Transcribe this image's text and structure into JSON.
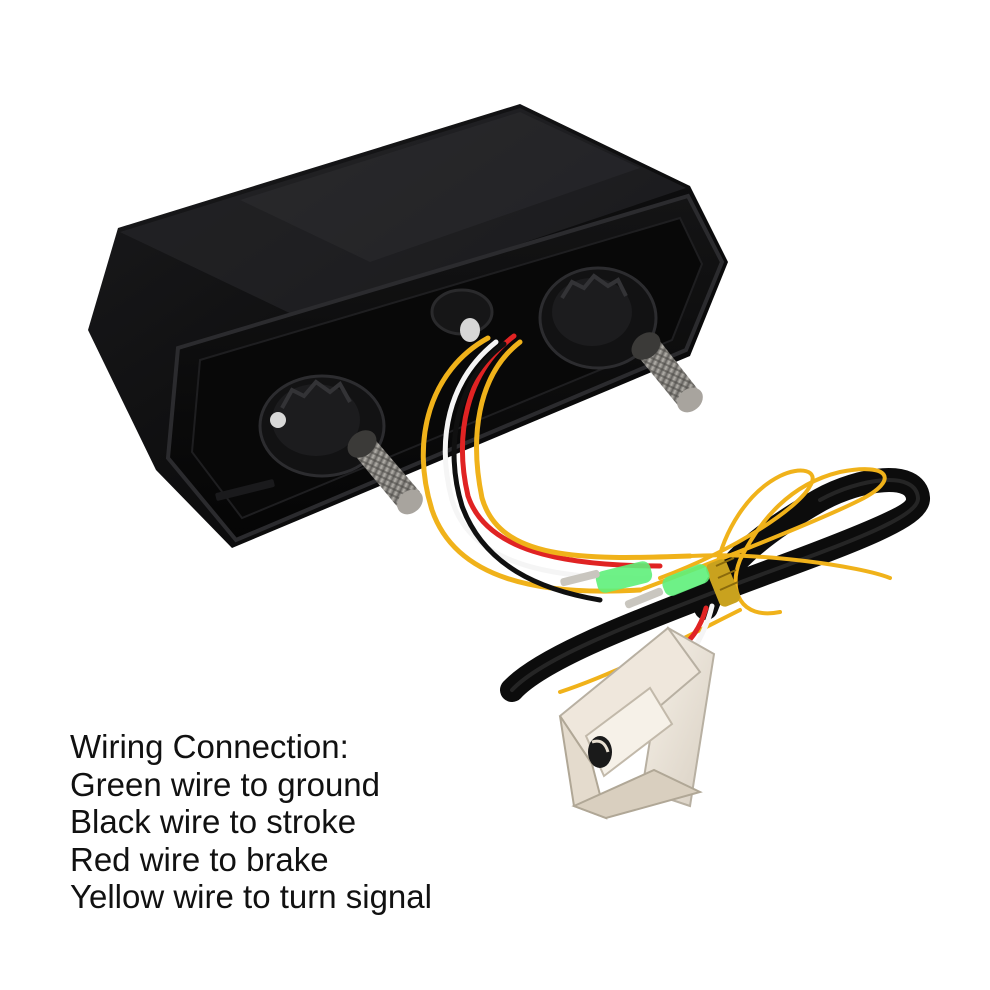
{
  "caption": {
    "title": "Wiring Connection:",
    "lines": [
      "Green wire to ground",
      "Black wire to stroke",
      "Red wire to brake",
      "Yellow wire to turn signal"
    ]
  },
  "colors": {
    "background": "#ffffff",
    "housing": "#0b0b0c",
    "wire_green": "#33d35a",
    "wire_black": "#101010",
    "wire_red": "#e02323",
    "wire_yellow": "#f0b21a",
    "connector": "#f3ece2",
    "stud": "#8c8a86",
    "text": "#111111"
  }
}
